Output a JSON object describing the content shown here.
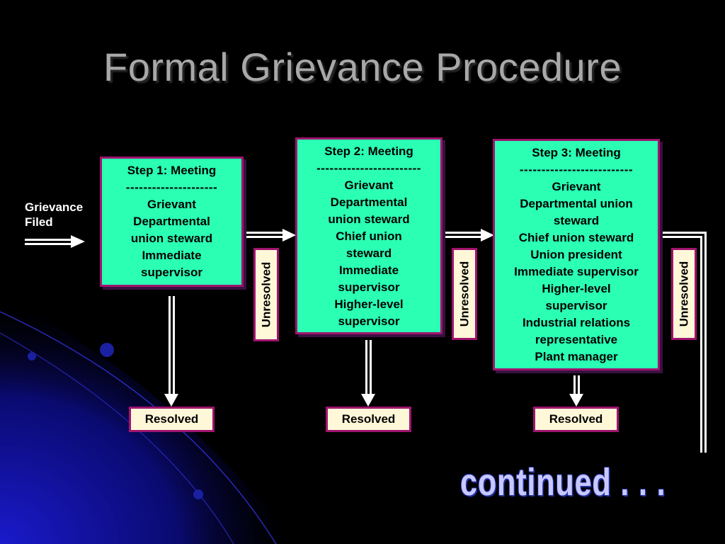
{
  "title": "Formal Grievance Procedure",
  "start": {
    "line1": "Grievance",
    "line2": "Filed"
  },
  "steps": [
    {
      "lines": [
        "Step 1: Meeting",
        "---------------------",
        "Grievant",
        "Departmental",
        "union steward",
        "Immediate",
        "supervisor"
      ]
    },
    {
      "lines": [
        "Step 2: Meeting",
        "------------------------",
        "Grievant",
        "Departmental",
        "union steward",
        "Chief union",
        "steward",
        "Immediate",
        "supervisor",
        "Higher-level",
        "supervisor"
      ]
    },
    {
      "lines": [
        "Step 3: Meeting",
        "--------------------------",
        "Grievant",
        "Departmental union",
        "steward",
        "Chief union steward",
        "Union president",
        "Immediate supervisor",
        "Higher-level",
        "supervisor",
        "Industrial relations",
        "representative",
        "Plant manager"
      ]
    }
  ],
  "unresolved_label": "Unresolved",
  "resolved_label": "Resolved",
  "footer": "continued . . .",
  "colors": {
    "box_fill": "#2affb4",
    "box_border": "#a0146e",
    "label_fill": "#fff8d8",
    "title": "#a8a8a8"
  }
}
